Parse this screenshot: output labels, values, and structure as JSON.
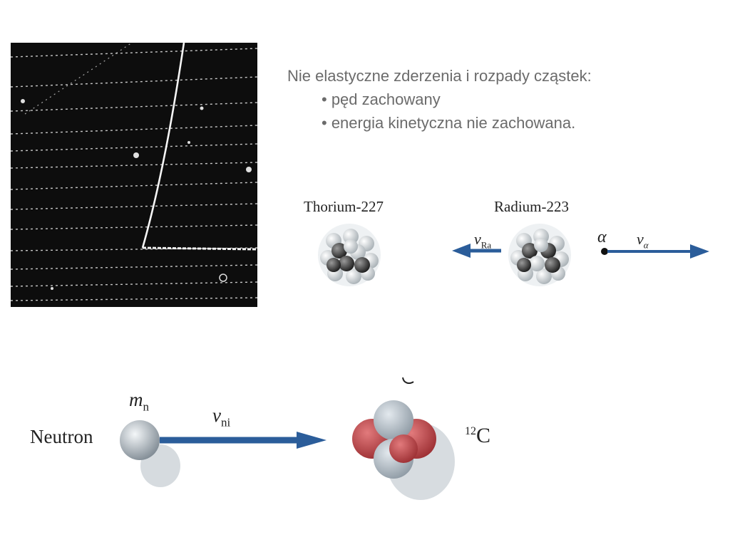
{
  "text": {
    "heading": "Nie elastyczne zderzenia i rozpady cząstek:",
    "bullets": [
      "• pęd zachowany",
      "• energia kinetyczna nie zachowana."
    ]
  },
  "decay": {
    "thorium_label": "Thorium-227",
    "radium_label": "Radium-223",
    "v_ra_symbol": "v",
    "v_ra_sub": "Ra",
    "alpha_symbol": "α",
    "v_alpha_symbol": "v",
    "v_alpha_sub": "α"
  },
  "collision": {
    "neutron_label": "Neutron",
    "mass_symbol": "m",
    "mass_sub": "n",
    "velocity_symbol": "v",
    "velocity_sub": "ni",
    "carbon_sup": "12",
    "carbon_symbol": "C"
  },
  "colors": {
    "arrow_blue": "#2b5d9a",
    "photo_bg": "#0d0d0d",
    "text_gray": "#6b6b6b",
    "nucleon_red": "#c8464a",
    "nucleon_gray": "#b9c3cb"
  }
}
